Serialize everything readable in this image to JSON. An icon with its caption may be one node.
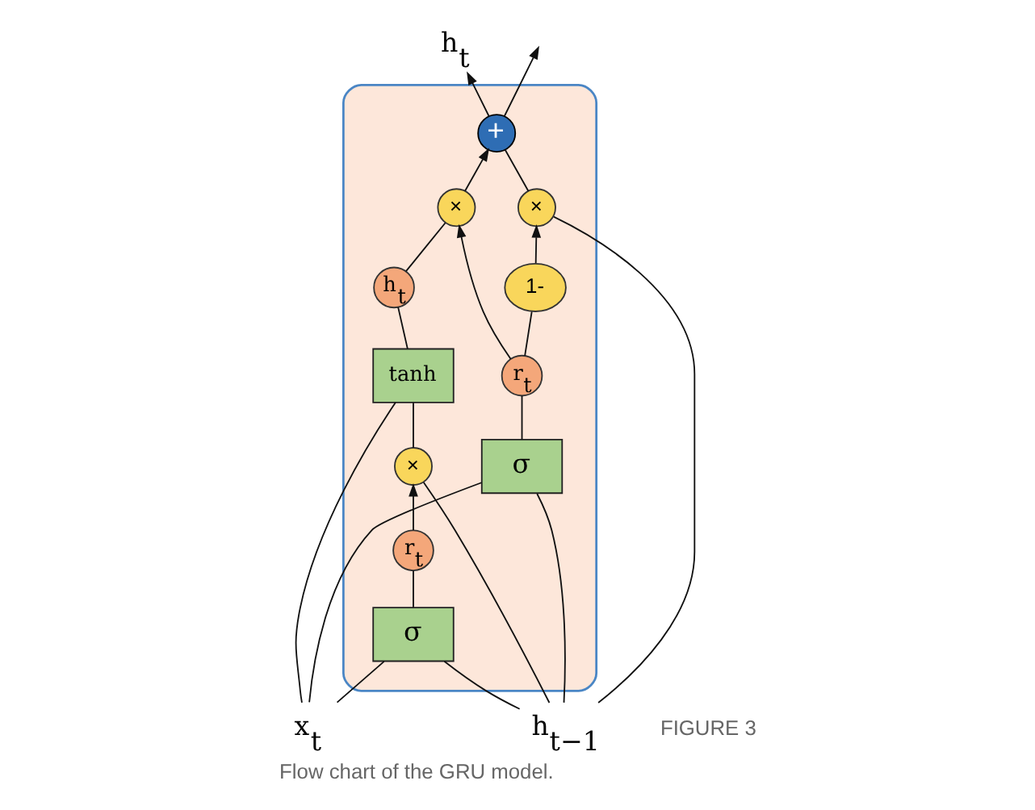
{
  "diagram": {
    "caption": "Flow chart of the GRU model.",
    "nodes": [
      {
        "text": [],
        "shape": "box"
      },
      {
        "text": [
          "h$_{t−1}$"
        ]
      },
      {
        "text": [
          "×"
        ],
        "in": 0
      },
      {
        "text": [
          "+"
        ],
        "in": 0
      },
      {
        "text": [
          "h$_{t}$"
        ]
      },
      {
        "text": [
          "1-"
        ],
        "in": 0
      },
      {
        "text": [
          "×"
        ],
        "in": 0
      },
      {
        "text": [
          "×"
        ],
        "in": 0
      },
      {
        "text": [
          "r$_{t}$"
        ],
        "in": 0
      },
      {
        "text": [
          "r$_{t}$"
        ],
        "in": 0
      },
      {
        "text": [
          "h$_{t}$"
        ],
        "in": 0
      },
      {
        "text": [
          "σ"
        ],
        "in": 0
      },
      {
        "text": [
          "σ"
        ],
        "in": 0
      },
      {
        "text": [
          "tanh"
        ],
        "in": 0
      },
      {
        "text": [
          "x$_{t}$"
        ]
      }
    ],
    "edges": [
      {
        "from": 1,
        "to": 2,
        "arrow": "none"
      },
      {
        "from": 2,
        "to": 3,
        "arrow": "none"
      },
      {
        "from": 3,
        "to": null,
        "arrow": "to"
      },
      {
        "from": 3,
        "to": 4,
        "arrow": "to"
      },
      {
        "from": 1,
        "to": 6,
        "arrow": "none"
      },
      {
        "from": 1,
        "to": 11,
        "arrow": "none"
      },
      {
        "from": 1,
        "to": 12,
        "arrow": "none"
      },
      {
        "from": 14,
        "to": 11,
        "arrow": "none"
      },
      {
        "from": 14,
        "to": 12,
        "arrow": "none"
      },
      {
        "from": 14,
        "to": 13,
        "arrow": "none"
      },
      {
        "from": 6,
        "to": 13,
        "arrow": "none"
      },
      {
        "from": 11,
        "to": 8,
        "arrow": "none"
      },
      {
        "from": 8,
        "to": 6,
        "arrow": "to"
      },
      {
        "from": 12,
        "to": 9,
        "arrow": "none"
      },
      {
        "from": 9,
        "to": 5,
        "arrow": "none"
      },
      {
        "from": 5,
        "to": 2,
        "arrow": "to"
      },
      {
        "from": 9,
        "to": 7,
        "arrow": "to"
      },
      {
        "from": 13,
        "to": 10,
        "arrow": "none"
      },
      {
        "from": 10,
        "to": 7,
        "arrow": "none"
      },
      {
        "from": 7,
        "to": 3,
        "arrow": "to"
      }
    ],
    "labels": [
      "FIGURE 3"
    ]
  }
}
